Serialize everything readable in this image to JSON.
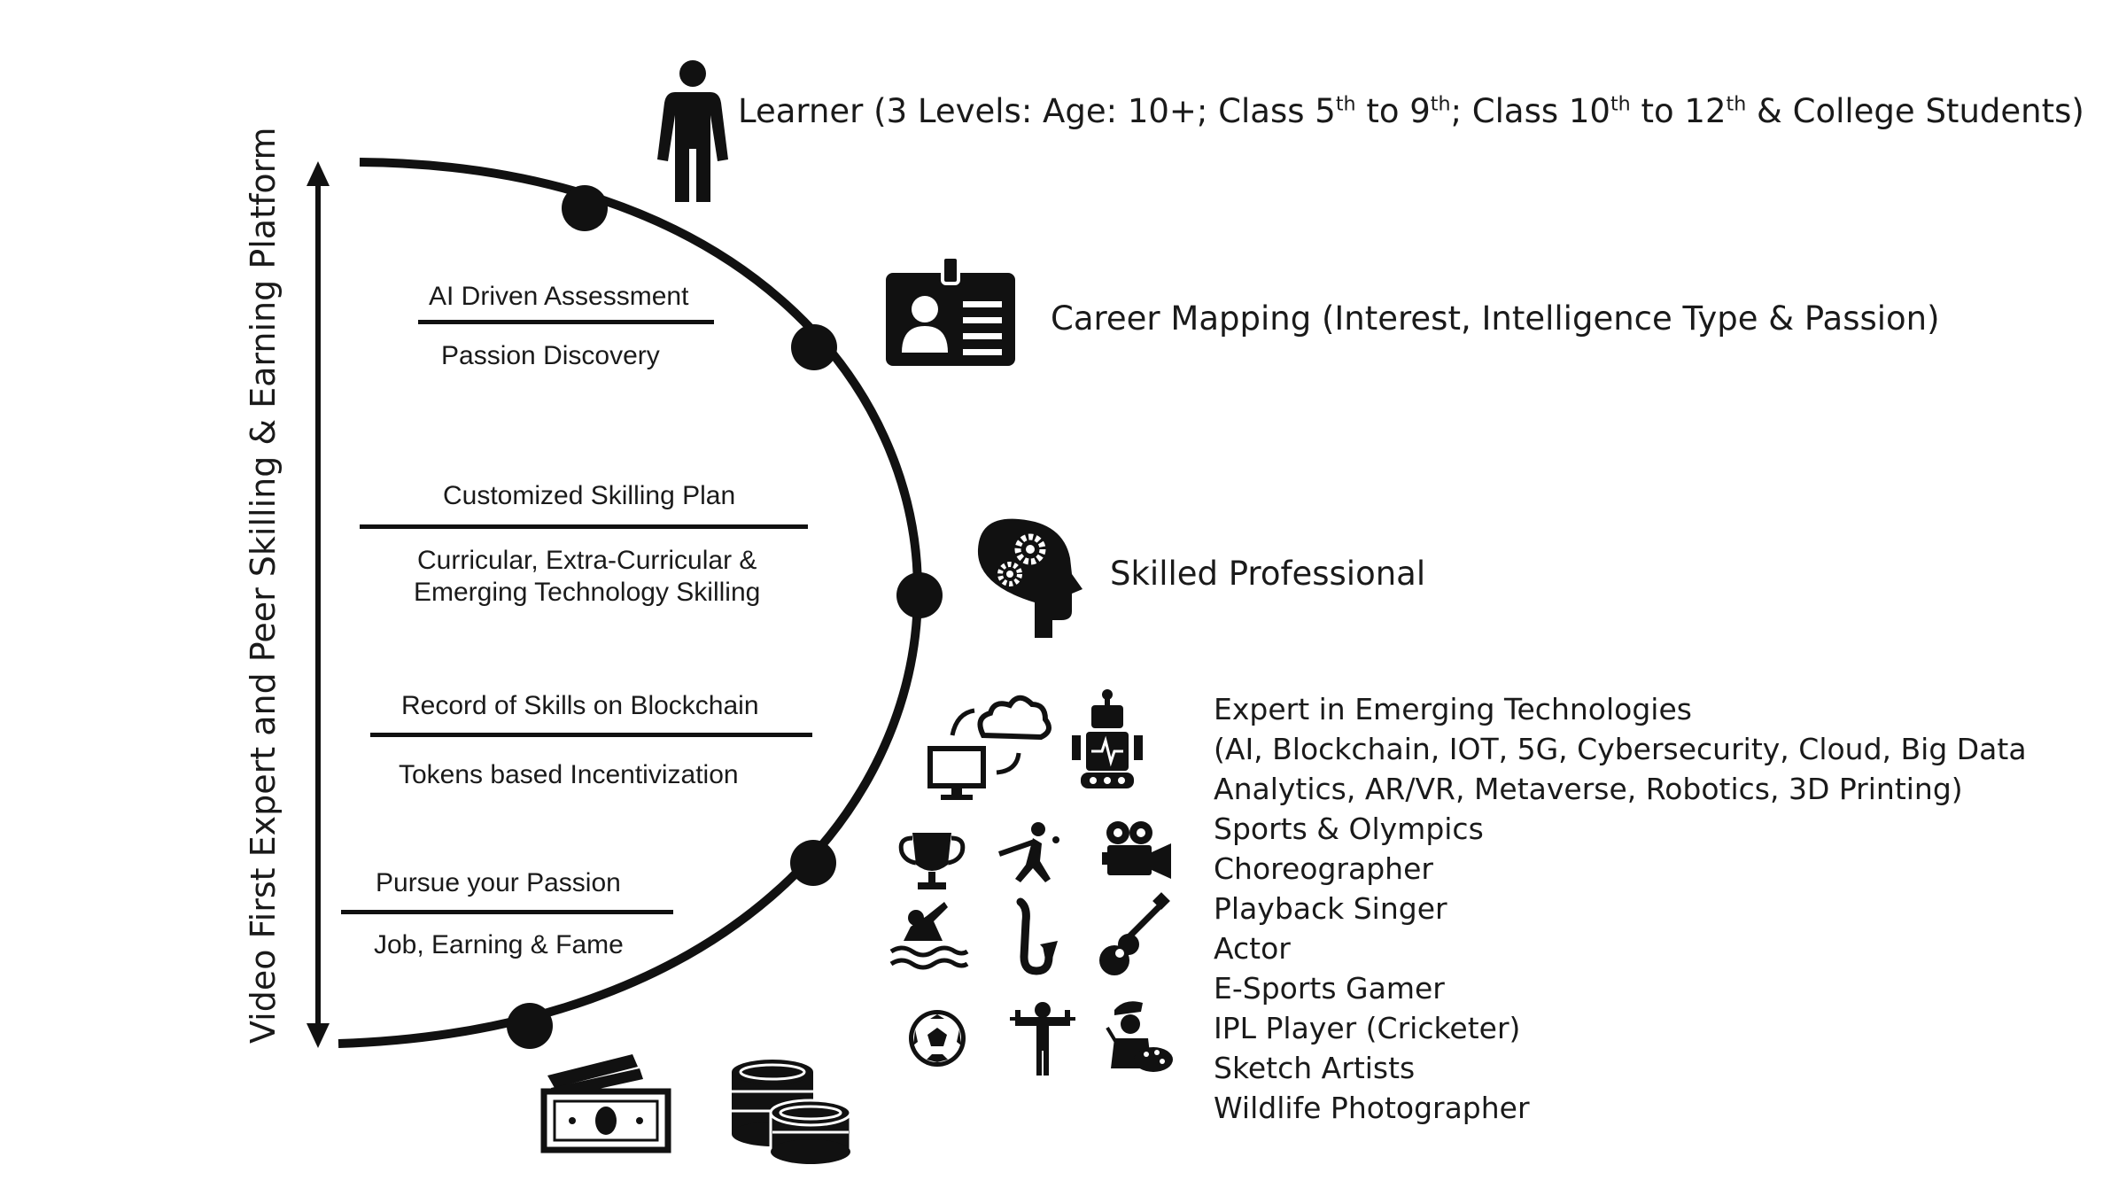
{
  "platform_label": "Video First Expert and Peer Skilling & Earning Platform",
  "learner": {
    "pre": "Learner (3 Levels: Age: 10+; Class 5",
    "sup1": "th",
    "mid1": " to 9",
    "sup2": "th",
    "mid2": ";  Class 10",
    "sup3": "th",
    "mid3": " to 12",
    "sup4": "th",
    "post": " & College Students)"
  },
  "career_mapping": "Career Mapping (Interest, Intelligence Type & Passion)",
  "skilled_professional": "Skilled Professional",
  "stages": [
    {
      "top": "AI Driven Assessment",
      "bottom": "Passion Discovery"
    },
    {
      "top": "Customized Skilling Plan",
      "bottom_line1": "Curricular, Extra-Curricular &",
      "bottom_line2": "Emerging Technology Skilling"
    },
    {
      "top": "Record of Skills on Blockchain",
      "bottom": "Tokens based Incentivization"
    },
    {
      "top": "Pursue your Passion",
      "bottom": "Job, Earning & Fame"
    }
  ],
  "careers": [
    "Expert in Emerging Technologies",
    "(AI, Blockchain, IOT, 5G, Cybersecurity, Cloud, Big Data",
    "Analytics, AR/VR, Metaverse, Robotics, 3D Printing)",
    "Sports & Olympics",
    "Choreographer",
    "Playback Singer",
    "Actor",
    "E-Sports Gamer",
    "IPL Player (Cricketer)",
    "Sketch Artists",
    "Wildlife Photographer"
  ],
  "icons": {
    "learner": "person-icon",
    "career": "id-card-icon",
    "skilled": "head-gears-icon",
    "tech": [
      "cloud-computer-icon",
      "robot-icon"
    ],
    "talents": [
      "trophy-icon",
      "cricket-player-icon",
      "movie-camera-icon",
      "swimmer-icon",
      "saxophone-icon",
      "guitar-icon",
      "football-icon",
      "gymnast-icon",
      "painter-icon"
    ],
    "earning": [
      "money-icon",
      "coins-icon"
    ]
  },
  "colors": {
    "ink": "#111111",
    "text": "#1a1a1a",
    "background": "#ffffff"
  }
}
